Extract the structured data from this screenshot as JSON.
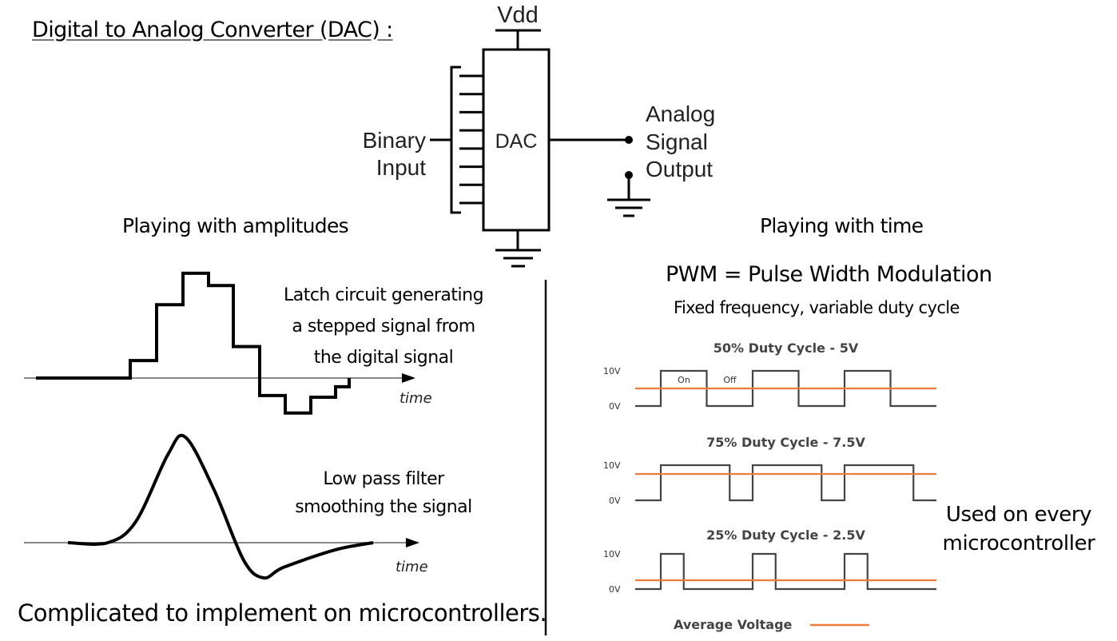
{
  "title": "Digital to Analog Converter (DAC) :",
  "dac_diagram": {
    "supply_label": "Vdd",
    "block_label": "DAC",
    "input_label_line1": "Binary",
    "input_label_line2": "Input",
    "output_label_line1": "Analog",
    "output_label_line2": "Signal",
    "output_label_line3": "Output",
    "input_bits": 8
  },
  "left_section": {
    "heading": "Playing with amplitudes",
    "stepped_caption": [
      "Latch circuit generating",
      "a stepped signal from",
      "the digital signal"
    ],
    "stepped_axis_label": "time",
    "smooth_caption": [
      "Low pass filter",
      "smoothing the signal"
    ],
    "smooth_axis_label": "time",
    "bottom_note": "Complicated to implement on microcontrollers."
  },
  "right_section": {
    "heading": "Playing with time",
    "definition": "PWM = Pulse Width Modulation",
    "subtitle": "Fixed frequency, variable duty cycle",
    "side_note": [
      "Used on every",
      "microcontroller"
    ]
  },
  "colors": {
    "signal": "#000000",
    "pwm_wave": "#444444",
    "average": "#F07A3A",
    "axis": "#888888"
  },
  "chart_data": [
    {
      "type": "line",
      "title": "Stepped signal (latch output)",
      "xlabel": "time",
      "ylabel": "",
      "x": [
        0,
        1,
        2,
        3,
        4,
        5,
        6,
        7,
        8,
        9,
        10,
        11
      ],
      "values": [
        0,
        0,
        0.5,
        2.1,
        3.0,
        2.65,
        0.9,
        -0.5,
        -1.0,
        -0.55,
        -0.25,
        0
      ]
    },
    {
      "type": "line",
      "title": "Low-pass filtered signal",
      "xlabel": "time",
      "ylabel": "",
      "x": [
        0,
        1,
        2,
        3,
        4,
        5,
        6,
        7,
        8,
        9,
        10
      ],
      "values": [
        0,
        0,
        0.6,
        2.5,
        3.0,
        1.5,
        -0.5,
        -1.0,
        -0.7,
        -0.2,
        0
      ]
    },
    {
      "type": "line",
      "title": "50% Duty Cycle - 5V",
      "yticks": [
        "10V",
        "0V"
      ],
      "ylim": [
        0,
        10
      ],
      "duty_cycle": 0.5,
      "average_voltage": 5,
      "cycles": 3,
      "annotations": [
        "On",
        "Off"
      ]
    },
    {
      "type": "line",
      "title": "75% Duty Cycle - 7.5V",
      "yticks": [
        "10V",
        "0V"
      ],
      "ylim": [
        0,
        10
      ],
      "duty_cycle": 0.75,
      "average_voltage": 7.5,
      "cycles": 3,
      "annotations": []
    },
    {
      "type": "line",
      "title": "25% Duty Cycle - 2.5V",
      "yticks": [
        "10V",
        "0V"
      ],
      "ylim": [
        0,
        10
      ],
      "duty_cycle": 0.25,
      "average_voltage": 2.5,
      "cycles": 3,
      "annotations": []
    }
  ],
  "legend": {
    "label": "Average Voltage"
  }
}
